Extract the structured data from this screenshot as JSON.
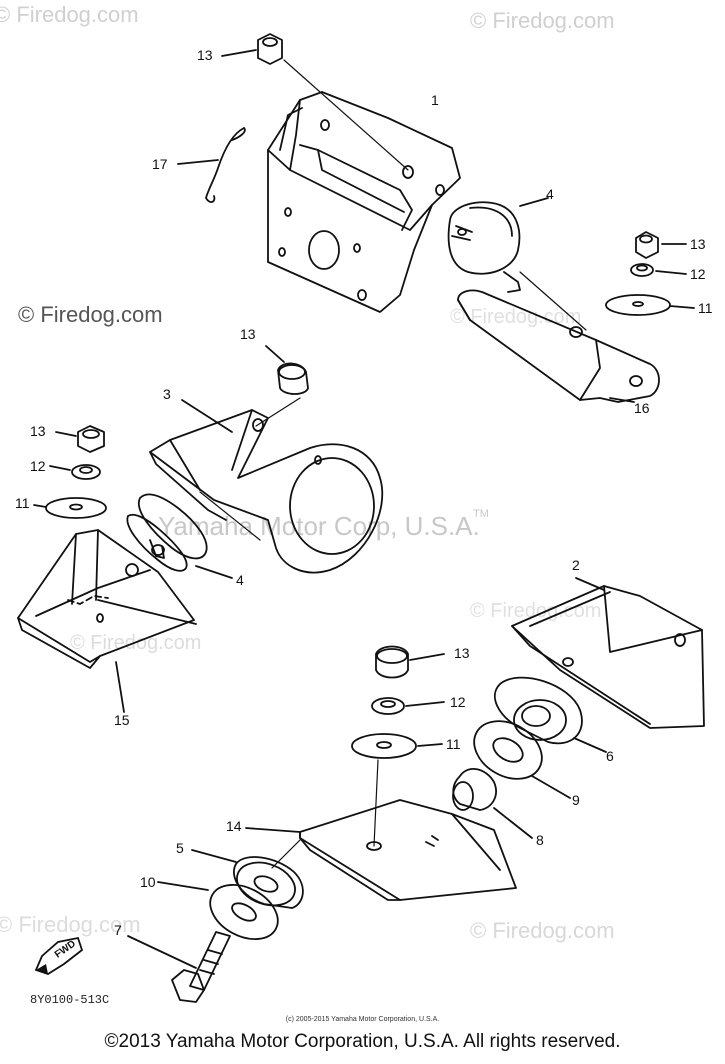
{
  "watermarks": {
    "top_left": "© Firedog.com",
    "top_right": "© Firedog.com",
    "mid_left": "© Firedog.com",
    "mid_faint_1": "© Firedog.com",
    "lower_left_faint": "© Firedog.com",
    "lower_right_faint": "© Firedog.com",
    "bottom_left_faint": "© Firedog.com",
    "bottom_right_faint": "© Firedog.com"
  },
  "trademark_text": "Yamaha Motor Corp, U.S.A.",
  "trademark_symbol": "TM",
  "callouts": [
    {
      "id": "c13a",
      "text": "13"
    },
    {
      "id": "c1",
      "text": "1"
    },
    {
      "id": "c17",
      "text": "17"
    },
    {
      "id": "c4a",
      "text": "4"
    },
    {
      "id": "c13b",
      "text": "13"
    },
    {
      "id": "c12a",
      "text": "12"
    },
    {
      "id": "c11a",
      "text": "11"
    },
    {
      "id": "c16",
      "text": "16"
    },
    {
      "id": "c13c",
      "text": "13"
    },
    {
      "id": "c3",
      "text": "3"
    },
    {
      "id": "c13d",
      "text": "13"
    },
    {
      "id": "c12b",
      "text": "12"
    },
    {
      "id": "c11b",
      "text": "11"
    },
    {
      "id": "c4b",
      "text": "4"
    },
    {
      "id": "c15",
      "text": "15"
    },
    {
      "id": "c2",
      "text": "2"
    },
    {
      "id": "c13e",
      "text": "13"
    },
    {
      "id": "c12c",
      "text": "12"
    },
    {
      "id": "c11c",
      "text": "11"
    },
    {
      "id": "c6",
      "text": "6"
    },
    {
      "id": "c9",
      "text": "9"
    },
    {
      "id": "c8",
      "text": "8"
    },
    {
      "id": "c14",
      "text": "14"
    },
    {
      "id": "c5",
      "text": "5"
    },
    {
      "id": "c10",
      "text": "10"
    },
    {
      "id": "c7",
      "text": "7"
    }
  ],
  "fwd_label": "FWD",
  "part_code": "8Y0100-513C",
  "small_copyright": "(c) 2005-2015 Yamaha Motor Corporation, U.S.A.",
  "footer": "©2013 Yamaha Motor Corporation, U.S.A. All rights reserved.",
  "colors": {
    "line": "#111111",
    "watermark": "#d0d0d0",
    "background": "#ffffff"
  }
}
